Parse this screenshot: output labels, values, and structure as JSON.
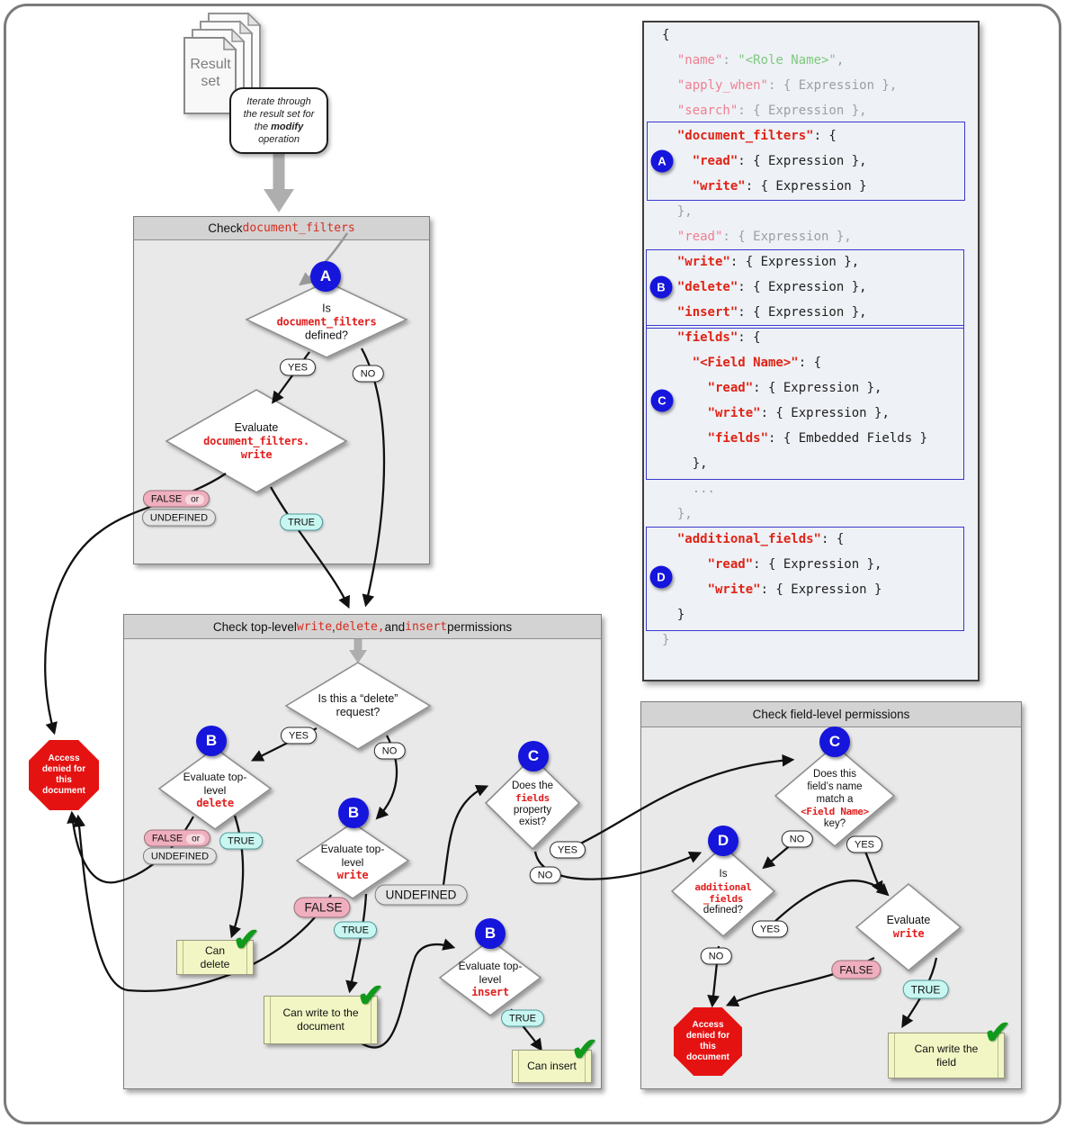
{
  "badges": {
    "a": "A",
    "b": "B",
    "c": "C",
    "d": "D"
  },
  "labels": {
    "yes": "YES",
    "no": "NO",
    "true": "TRUE",
    "false": "FALSE",
    "or": "or",
    "undefined": "UNDEFINED"
  },
  "result_stack": {
    "l1": "Result",
    "l2": "set"
  },
  "callout": {
    "l1": "Iterate through",
    "l2": "the result set for",
    "l3_pre": "the ",
    "l3_bold": "modify",
    "l4": "operation"
  },
  "box1": {
    "title_pre": "Check ",
    "title_code": "document_filters",
    "diamond_is_df": {
      "l1": "Is",
      "code": "document_filters",
      "l2": "defined?"
    },
    "diamond_eval_df": {
      "l1": "Evaluate",
      "code1": "document_filters.",
      "code2": "write"
    }
  },
  "box2": {
    "title_segs": [
      {
        "t": "Check top-level "
      },
      {
        "t": "write"
      },
      {
        "t": ", "
      },
      {
        "t": "delete,"
      },
      {
        "t": " and "
      },
      {
        "t": "insert"
      },
      {
        "t": " permissions"
      }
    ],
    "diamond_delete_req": {
      "l1": "Is this a “delete”",
      "l2": "request?"
    },
    "diamond_eval_delete": {
      "l1": "Evaluate top-",
      "l2": "level",
      "code": "delete"
    },
    "diamond_eval_write": {
      "l1": "Evaluate top-",
      "l2": "level",
      "code": "write"
    },
    "diamond_fields_exist": {
      "l1": "Does the",
      "code": "fields",
      "l2": "property",
      "l3": "exist?"
    },
    "diamond_eval_insert": {
      "l1": "Evaluate top-",
      "l2": "level",
      "code": "insert"
    },
    "note_can_delete": {
      "l1": "Can",
      "l2": "delete"
    },
    "note_can_write_doc": {
      "l1": "Can write to the",
      "l2": "document"
    },
    "note_can_insert": {
      "l1": "Can insert"
    }
  },
  "box3": {
    "title": "Check field-level permissions",
    "diamond_field_match": {
      "l1": "Does this",
      "l2": "field’s name",
      "l3": "match a",
      "code": "<Field Name>",
      "l4": "key?"
    },
    "diamond_addl_fields": {
      "l1": "Is",
      "code1": "additional",
      "code2": "_fields",
      "l2": "defined?"
    },
    "diamond_eval_write": {
      "l1": "Evaluate",
      "code": "write"
    },
    "note_can_write_field": {
      "l1": "Can write the",
      "l2": "field"
    }
  },
  "octagon": {
    "l1": "Access",
    "l2": "denied for",
    "l3": "this",
    "l4": "document"
  },
  "check_mark": "✔",
  "code": {
    "lines": [
      {
        "i": 0,
        "s": [
          {
            "c": "dk",
            "t": "{"
          }
        ]
      },
      {
        "i": 1,
        "s": [
          {
            "c": "pk",
            "t": "\"name\""
          },
          {
            "c": "gy",
            "t": ": "
          },
          {
            "c": "gn",
            "t": "\"<Role Name>\""
          },
          {
            "c": "gy",
            "t": ","
          }
        ]
      },
      {
        "i": 1,
        "s": [
          {
            "c": "pk",
            "t": "\"apply_when\""
          },
          {
            "c": "gy",
            "t": ": { Expression },"
          }
        ]
      },
      {
        "i": 1,
        "s": [
          {
            "c": "pk",
            "t": "\"search\""
          },
          {
            "c": "gy",
            "t": ": { Expression },"
          }
        ]
      },
      {
        "i": 1,
        "s": [
          {
            "c": "rd",
            "t": "\"document_filters\""
          },
          {
            "c": "dk",
            "t": ": {"
          }
        ]
      },
      {
        "i": 2,
        "s": [
          {
            "c": "rd",
            "t": "\"read\""
          },
          {
            "c": "dk",
            "t": ": { Expression },"
          }
        ]
      },
      {
        "i": 2,
        "s": [
          {
            "c": "rd",
            "t": "\"write\""
          },
          {
            "c": "dk",
            "t": ": { Expression }"
          }
        ]
      },
      {
        "i": 1,
        "s": [
          {
            "c": "gy",
            "t": "},"
          }
        ]
      },
      {
        "i": 1,
        "s": [
          {
            "c": "pk",
            "t": "\"read\""
          },
          {
            "c": "gy",
            "t": ": { Expression },"
          }
        ]
      },
      {
        "i": 1,
        "s": [
          {
            "c": "rd",
            "t": "\"write\""
          },
          {
            "c": "dk",
            "t": ": { Expression },"
          }
        ]
      },
      {
        "i": 1,
        "s": [
          {
            "c": "rd",
            "t": "\"delete\""
          },
          {
            "c": "dk",
            "t": ": { Expression },"
          }
        ]
      },
      {
        "i": 1,
        "s": [
          {
            "c": "rd",
            "t": "\"insert\""
          },
          {
            "c": "dk",
            "t": ": { Expression },"
          }
        ]
      },
      {
        "i": 1,
        "s": [
          {
            "c": "rd",
            "t": "\"fields\""
          },
          {
            "c": "dk",
            "t": ": {"
          }
        ]
      },
      {
        "i": 2,
        "s": [
          {
            "c": "rd",
            "t": "\"<Field Name>\""
          },
          {
            "c": "dk",
            "t": ": {"
          }
        ]
      },
      {
        "i": 3,
        "s": [
          {
            "c": "rd",
            "t": "\"read\""
          },
          {
            "c": "dk",
            "t": ": { Expression },"
          }
        ]
      },
      {
        "i": 3,
        "s": [
          {
            "c": "rd",
            "t": "\"write\""
          },
          {
            "c": "dk",
            "t": ": { Expression },"
          }
        ]
      },
      {
        "i": 3,
        "s": [
          {
            "c": "rd",
            "t": "\"fields\""
          },
          {
            "c": "dk",
            "t": ": { Embedded Fields }"
          }
        ]
      },
      {
        "i": 2,
        "s": [
          {
            "c": "dk",
            "t": "},"
          }
        ]
      },
      {
        "i": 2,
        "s": [
          {
            "c": "gy",
            "t": "..."
          }
        ]
      },
      {
        "i": 1,
        "s": [
          {
            "c": "gy",
            "t": "},"
          }
        ]
      },
      {
        "i": 1,
        "s": [
          {
            "c": "rd",
            "t": "\"additional_fields\""
          },
          {
            "c": "dk",
            "t": ": {"
          }
        ]
      },
      {
        "i": 3,
        "s": [
          {
            "c": "rd",
            "t": "\"read\""
          },
          {
            "c": "dk",
            "t": ": { Expression },"
          }
        ]
      },
      {
        "i": 3,
        "s": [
          {
            "c": "rd",
            "t": "\"write\""
          },
          {
            "c": "dk",
            "t": ": { Expression }"
          }
        ]
      },
      {
        "i": 1,
        "s": [
          {
            "c": "dk",
            "t": "}"
          }
        ]
      },
      {
        "i": 0,
        "s": [
          {
            "c": "gy",
            "t": "}"
          }
        ]
      }
    ]
  }
}
